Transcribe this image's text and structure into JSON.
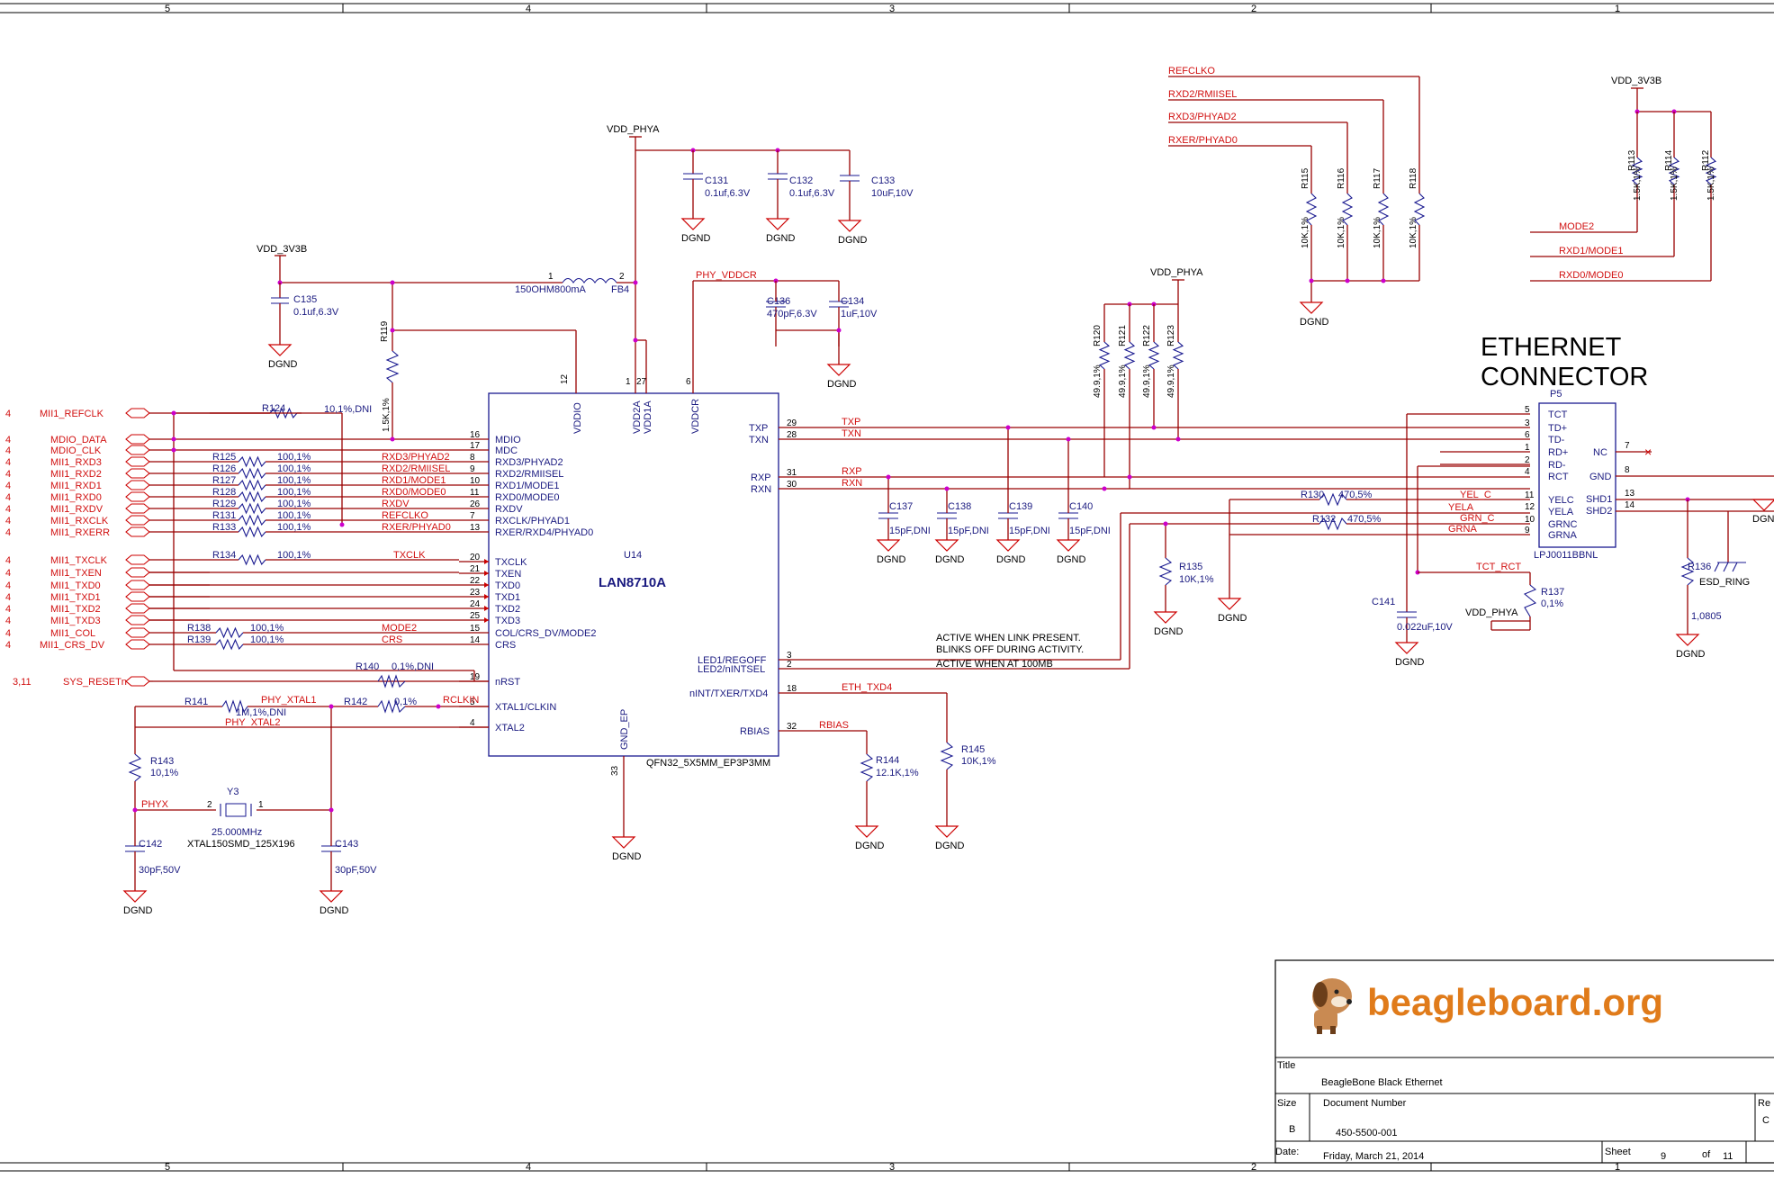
{
  "zones": [
    "5",
    "4",
    "3",
    "2",
    "1"
  ],
  "title_block": {
    "logo_text": "beagleboard.org",
    "title_label": "Title",
    "title": "BeagleBone Black Ethernet",
    "size_label": "Size",
    "size": "B",
    "docnum_label": "Document Number",
    "docnum": "450-5500-001",
    "rev_label": "Re",
    "rev": "C",
    "date_label": "Date:",
    "date": "Friday, March 21, 2014",
    "sheet_label": "Sheet",
    "sheet": "9",
    "of_label": "of",
    "total": "11"
  },
  "chip": {
    "ref": "U14",
    "part": "LAN8710A",
    "package": "QFN32_5X5MM_EP3P3MM",
    "top_pins": [
      "VDDIO",
      "VDD2A",
      "VDD1A",
      "VDDCR"
    ],
    "bottom_pin": "GND_EP",
    "left_pins": [
      "MDIO",
      "MDC",
      "RXD3/PHYAD2",
      "RXD2/RMIISEL",
      "RXD1/MODE1",
      "RXD0/MODE0",
      "RXDV",
      "RXCLK/PHYAD1",
      "RXER/RXD4/PHYAD0",
      "TXCLK",
      "TXEN",
      "TXD0",
      "TXD1",
      "TXD2",
      "TXD3",
      "COL/CRS_DV/MODE2",
      "CRS",
      "nRST",
      "XTAL1/CLKIN",
      "XTAL2"
    ],
    "left_nums": [
      "16",
      "17",
      "8",
      "9",
      "10",
      "11",
      "26",
      "7",
      "13",
      "20",
      "21",
      "22",
      "23",
      "24",
      "25",
      "15",
      "14",
      "19",
      "5",
      "4"
    ],
    "right_pins": [
      "TXP",
      "TXN",
      "RXP",
      "RXN",
      "LED1/REGOFF",
      "LED2/nINTSEL",
      "nINT/TXER/TXD4",
      "RBIAS"
    ],
    "right_nums": [
      "29",
      "28",
      "31",
      "30",
      "3",
      "2",
      "18",
      "32"
    ],
    "top_nums": [
      "12",
      "1",
      "27",
      "6"
    ],
    "bottom_num": "33"
  },
  "ports": [
    {
      "sheet": "4",
      "name": "MII1_REFCLK"
    },
    {
      "sheet": "4",
      "name": "MDIO_DATA"
    },
    {
      "sheet": "4",
      "name": "MDIO_CLK"
    },
    {
      "sheet": "4",
      "name": "MII1_RXD3"
    },
    {
      "sheet": "4",
      "name": "MII1_RXD2"
    },
    {
      "sheet": "4",
      "name": "MII1_RXD1"
    },
    {
      "sheet": "4",
      "name": "MII1_RXD0"
    },
    {
      "sheet": "4",
      "name": "MII1_RXDV"
    },
    {
      "sheet": "4",
      "name": "MII1_RXCLK"
    },
    {
      "sheet": "4",
      "name": "MII1_RXERR"
    },
    {
      "sheet": "4",
      "name": "MII1_TXCLK"
    },
    {
      "sheet": "4",
      "name": "MII1_TXEN"
    },
    {
      "sheet": "4",
      "name": "MII1_TXD0"
    },
    {
      "sheet": "4",
      "name": "MII1_TXD1"
    },
    {
      "sheet": "4",
      "name": "MII1_TXD2"
    },
    {
      "sheet": "4",
      "name": "MII1_TXD3"
    },
    {
      "sheet": "4",
      "name": "MII1_COL"
    },
    {
      "sheet": "4",
      "name": "MII1_CRS_DV"
    },
    {
      "sheet": "3,11",
      "name": "SYS_RESETn"
    }
  ],
  "left_resistors": [
    {
      "ref": "R124",
      "val": "10,1%,DNI"
    },
    {
      "ref": "R125",
      "val": "100,1%"
    },
    {
      "ref": "R126",
      "val": "100,1%"
    },
    {
      "ref": "R127",
      "val": "100,1%"
    },
    {
      "ref": "R128",
      "val": "100,1%"
    },
    {
      "ref": "R129",
      "val": "100,1%"
    },
    {
      "ref": "R131",
      "val": "100,1%"
    },
    {
      "ref": "R133",
      "val": "100,1%"
    },
    {
      "ref": "R134",
      "val": "100,1%"
    },
    {
      "ref": "R138",
      "val": "100,1%"
    },
    {
      "ref": "R139",
      "val": "100,1%"
    }
  ],
  "left_nets": [
    "RXD3/PHYAD2",
    "RXD2/RMIISEL",
    "RXD1/MODE1",
    "RXD0/MODE0",
    "RXDV",
    "REFCLKO",
    "RXER/PHYAD0",
    "TXCLK",
    "MODE2",
    "CRS"
  ],
  "power": {
    "vdd_phya": "VDD_PHYA",
    "vdd_3v3b": "VDD_3V3B",
    "dgnd": "DGND",
    "phy_vddcr": "PHY_VDDCR"
  },
  "caps": [
    {
      "ref": "C131",
      "val": "0.1uf,6.3V"
    },
    {
      "ref": "C132",
      "val": "0.1uf,6.3V"
    },
    {
      "ref": "C133",
      "val": "10uF,10V"
    },
    {
      "ref": "C135",
      "val": "0.1uf,6.3V"
    },
    {
      "ref": "C136",
      "val": "470pF,6.3V"
    },
    {
      "ref": "C134",
      "val": "1uF,10V"
    },
    {
      "ref": "C137",
      "val": "15pF,DNI"
    },
    {
      "ref": "C138",
      "val": "15pF,DNI"
    },
    {
      "ref": "C139",
      "val": "15pF,DNI"
    },
    {
      "ref": "C140",
      "val": "15pF,DNI"
    },
    {
      "ref": "C141",
      "val": "0.022uF,10V"
    },
    {
      "ref": "C142",
      "val": "30pF,50V"
    },
    {
      "ref": "C143",
      "val": "30pF,50V"
    }
  ],
  "ferrite": {
    "ref": "FB4",
    "val": "150OHM800mA",
    "pin1": "1",
    "pin2": "2"
  },
  "r119": {
    "ref": "R119",
    "val": "1.5K,1%"
  },
  "term": [
    {
      "ref": "R120",
      "val": "49.9,1%"
    },
    {
      "ref": "R121",
      "val": "49.9,1%"
    },
    {
      "ref": "R122",
      "val": "49.9,1%"
    },
    {
      "ref": "R123",
      "val": "49.9,1%"
    }
  ],
  "strap_nets": [
    "REFCLKO",
    "RXD2/RMIISEL",
    "RXD3/PHYAD2",
    "RXER/PHYAD0"
  ],
  "strap_res": [
    {
      "ref": "R115",
      "val": "10K,1%"
    },
    {
      "ref": "R116",
      "val": "10K,1%"
    },
    {
      "ref": "R117",
      "val": "10K,1%"
    },
    {
      "ref": "R118",
      "val": "10K,1%"
    }
  ],
  "pullups": [
    {
      "ref": "R113",
      "val": "1.5K,1%"
    },
    {
      "ref": "R114",
      "val": "1.5K,1%"
    },
    {
      "ref": "R112",
      "val": "1.5K,1%"
    }
  ],
  "pullup_nets": [
    "MODE2",
    "RXD1/MODE1",
    "RXD0/MODE0"
  ],
  "connector": {
    "heading1": "ETHERNET",
    "heading2": "CONNECTOR",
    "ref": "P5",
    "part": "LPJ0011BBNL",
    "pins": [
      "TCT",
      "TD+",
      "TD-",
      "RD+",
      "RD-",
      "RCT",
      "YELC",
      "YELA",
      "GRNC",
      "GRNA"
    ],
    "nums": [
      "5",
      "3",
      "6",
      "1",
      "2",
      "4",
      "11",
      "12",
      "10",
      "9"
    ],
    "right_pins": [
      "NC",
      "GND",
      "SHD1",
      "SHD2"
    ],
    "right_nums": [
      "7",
      "8",
      "13",
      "14"
    ]
  },
  "diff_nets": [
    "TXP",
    "TXN",
    "RXP",
    "RXN"
  ],
  "led": [
    {
      "ref": "R130",
      "val": "470,5%",
      "net": "YEL_C",
      "net2": "YELA"
    },
    {
      "ref": "R132",
      "val": "470,5%",
      "net": "GRN_C",
      "net2": "GRNA"
    }
  ],
  "misc": {
    "tct_rct": "TCT_RCT",
    "r137": "R137",
    "r137_val": "0,1%",
    "r135": "R135",
    "r135_val": "10K,1%",
    "r136": "R136",
    "r136_val": "1,0805",
    "esd": "ESD_RING",
    "led_note1": "ACTIVE WHEN LINK PRESENT.",
    "led_note2": "BLINKS OFF DURING ACTIVITY.",
    "led_note3": "ACTIVE WHEN AT 100MB",
    "r140": "R140",
    "r140_val": "0,1%,DNI",
    "r141": "R141",
    "r141_val": "1M,1%,DNI",
    "r142": "R142",
    "r142_val": "0,1%",
    "phy_xtal1": "PHY_XTAL1",
    "phy_xtal2": "PHY_XTAL2",
    "rclkin": "RCLKIN",
    "r143": "R143",
    "r143_val": "10,1%",
    "phyx": "PHYX",
    "y3": "Y3",
    "y3_val": "25.000MHz",
    "y3_pkg": "XTAL150SMD_125X196",
    "y3_p1": "1",
    "y3_p2": "2",
    "eth_txd4": "ETH_TXD4",
    "rbias": "RBIAS",
    "r144": "R144",
    "r144_val": "12.1K,1%",
    "r145": "R145",
    "r145_val": "10K,1%",
    "nc_mark": "×"
  }
}
